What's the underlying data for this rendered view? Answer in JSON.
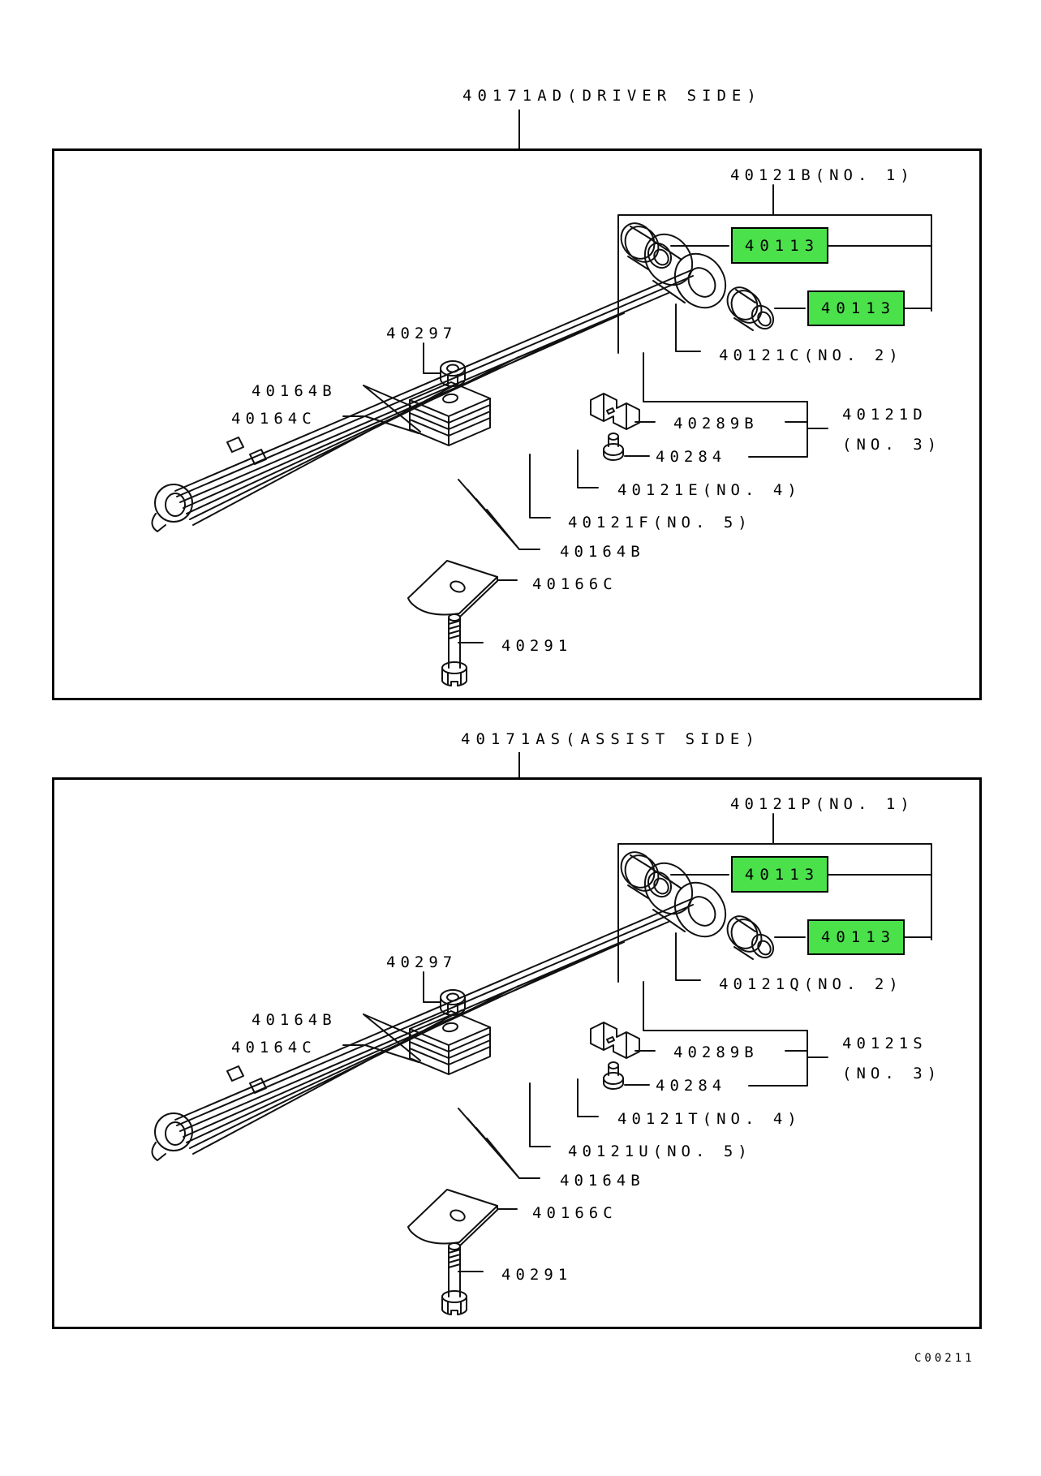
{
  "page": {
    "title_driver": "40171AD(DRIVER SIDE)",
    "title_assist": "40171AS(ASSIST SIDE)",
    "footer_code": "C00211",
    "highlight_color": "#4be14b"
  },
  "boxes": [
    {
      "side": "driver",
      "labels": {
        "no1": "40121B(NO. 1)",
        "hl1": "40113",
        "hl2": "40113",
        "no2": "40121C(NO. 2)",
        "nut": "40297",
        "pad_b": "40164B",
        "pad_c": "40164C",
        "clamp": "40289B",
        "rivet": "40284",
        "no3_code": "40121D",
        "no3_num": "(NO. 3)",
        "no4": "40121E(NO. 4)",
        "no5": "40121F(NO. 5)",
        "pad_b2": "40164B",
        "plate": "40166C",
        "center_bolt": "40291"
      }
    },
    {
      "side": "assist",
      "labels": {
        "no1": "40121P(NO. 1)",
        "hl1": "40113",
        "hl2": "40113",
        "no2": "40121Q(NO. 2)",
        "nut": "40297",
        "pad_b": "40164B",
        "pad_c": "40164C",
        "clamp": "40289B",
        "rivet": "40284",
        "no3_code": "40121S",
        "no3_num": "(NO. 3)",
        "no4": "40121T(NO. 4)",
        "no5": "40121U(NO. 5)",
        "pad_b2": "40164B",
        "plate": "40166C",
        "center_bolt": "40291"
      }
    }
  ]
}
